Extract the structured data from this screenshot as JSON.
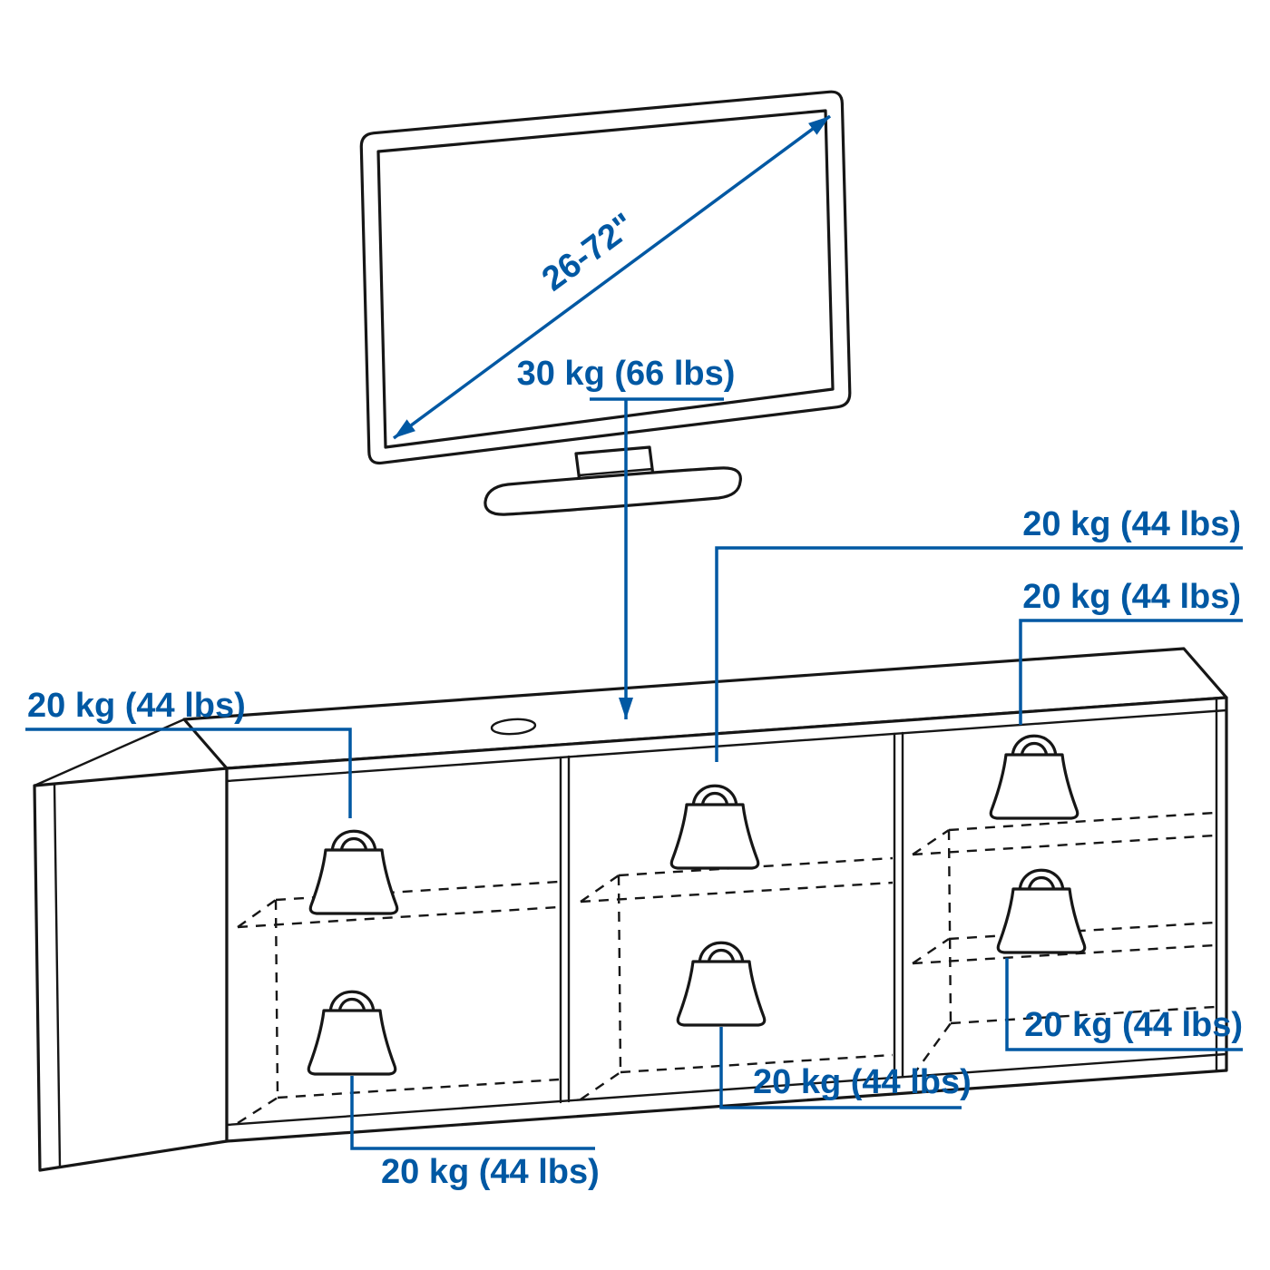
{
  "colors": {
    "annotation": "#0058a3",
    "line_art": "#161616",
    "background": "#ffffff"
  },
  "annotations": {
    "tv_diagonal": "26-72\"",
    "tv_max_weight": "30 kg (66 lbs)",
    "load_top_middle": "20 kg (44 lbs)",
    "load_top_right": "20 kg (44 lbs)",
    "load_left": "20 kg (44 lbs)",
    "load_bottom_left": "20 kg (44 lbs)",
    "load_bottom_middle": "20 kg (44 lbs)",
    "load_bottom_right": "20 kg (44 lbs)"
  }
}
